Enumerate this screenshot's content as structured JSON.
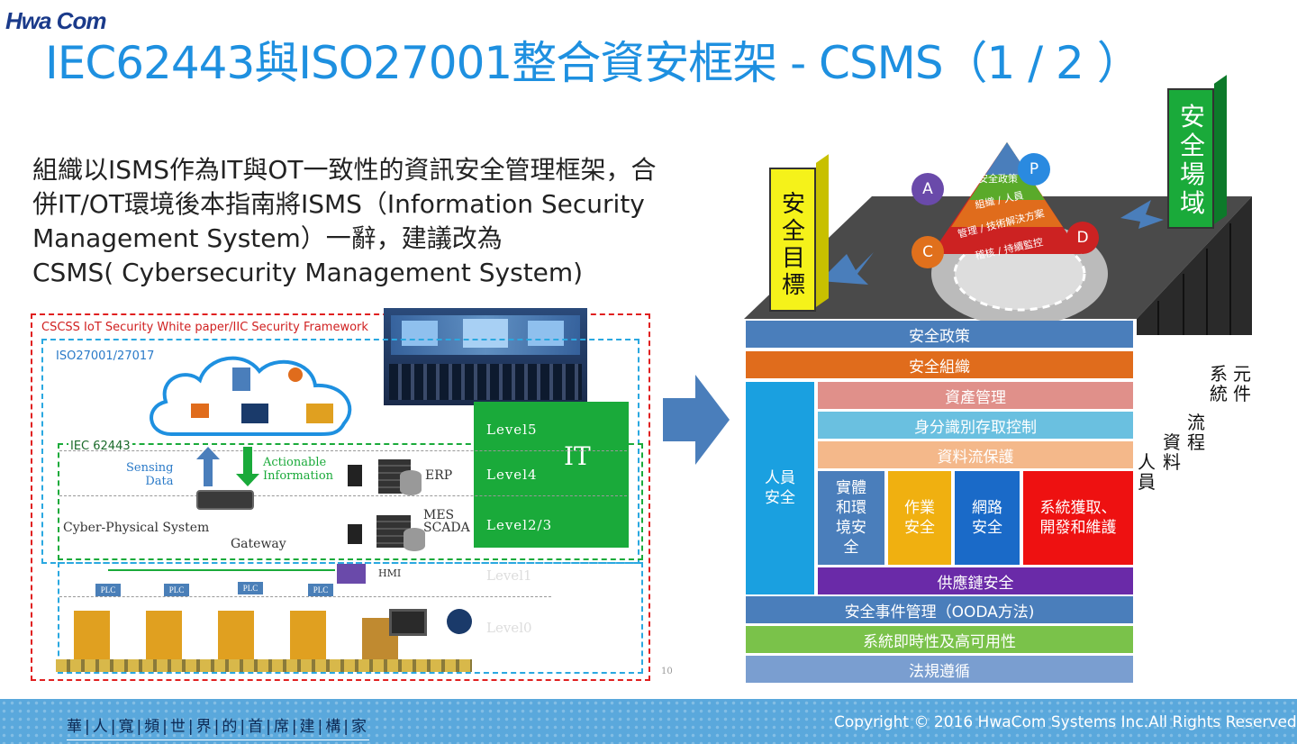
{
  "header": {
    "logo": "Hwa Com",
    "title": "IEC62443與ISO27001整合資安框架 - CSMS（1 / 2 ）"
  },
  "intro": {
    "lines": [
      "組織以ISMS作為IT與OT一致性的資訊安全管理框架，合",
      "併IT/OT環境後本指南將ISMS（Information Security",
      "Management System）一辭，建議改為",
      "CSMS( Cybersecurity Management System)"
    ]
  },
  "left_diagram": {
    "outer_label": "CSCSS IoT Security White paper/IIC Security Framework",
    "iso_label": "ISO27001/27017",
    "iec_label": "IEC 62443",
    "sensing": "Sensing\nData",
    "actionable": "Actionable\nInformation",
    "cps": "Cyber-Physical System",
    "gateway": "Gateway",
    "erp": "ERP",
    "mes": "MES",
    "scada": "SCADA",
    "hmi": "HMI",
    "it": "IT",
    "levels": [
      "Level5",
      "Level4",
      "Level2/3",
      "Level1",
      "Level0"
    ],
    "plc": "PLC",
    "page_no": "10"
  },
  "cube": {
    "goal": "安全目標",
    "domain": "安全場域",
    "pyramid": [
      "安全政策",
      "組織 / 人員",
      "管理 / 技術解決方案",
      "稽核 / 持續監控"
    ],
    "pdca": [
      "A",
      "P",
      "C",
      "D"
    ],
    "bars": {
      "policy": "安全政策",
      "org": "安全組織",
      "asset": "資產管理",
      "iam": "身分識別存取控制",
      "dataflow": "資料流保護",
      "personnel": "人員\n安全",
      "physical": "實體\n和環\n境安\n全",
      "ops": "作業\n安全",
      "network": "網路\n安全",
      "sysdev": "系統獲取、\n開發和維護",
      "supply": "供應鏈安全",
      "incident": "安全事件管理（OODA方法)",
      "availability": "系統即時性及高可用性",
      "compliance": "法規遵循"
    },
    "side": [
      "人員",
      "資料",
      "流程",
      "系統",
      "元件"
    ]
  },
  "footer": {
    "motto": "華|人|寬|頻|世|界|的|首|席|建|構|家",
    "copyright": "Copyright © 2016 HwaCom Systems Inc.All Rights Reserved"
  },
  "colors": {
    "title": "#1e90e0",
    "footer": "#5aa8dc",
    "bar_blue": "#4a7ebb",
    "bar_orange": "#e06c1c",
    "green_it": "#1aaa3a",
    "goal_yellow": "#f5f21a",
    "domain_green": "#1aaa3a"
  }
}
